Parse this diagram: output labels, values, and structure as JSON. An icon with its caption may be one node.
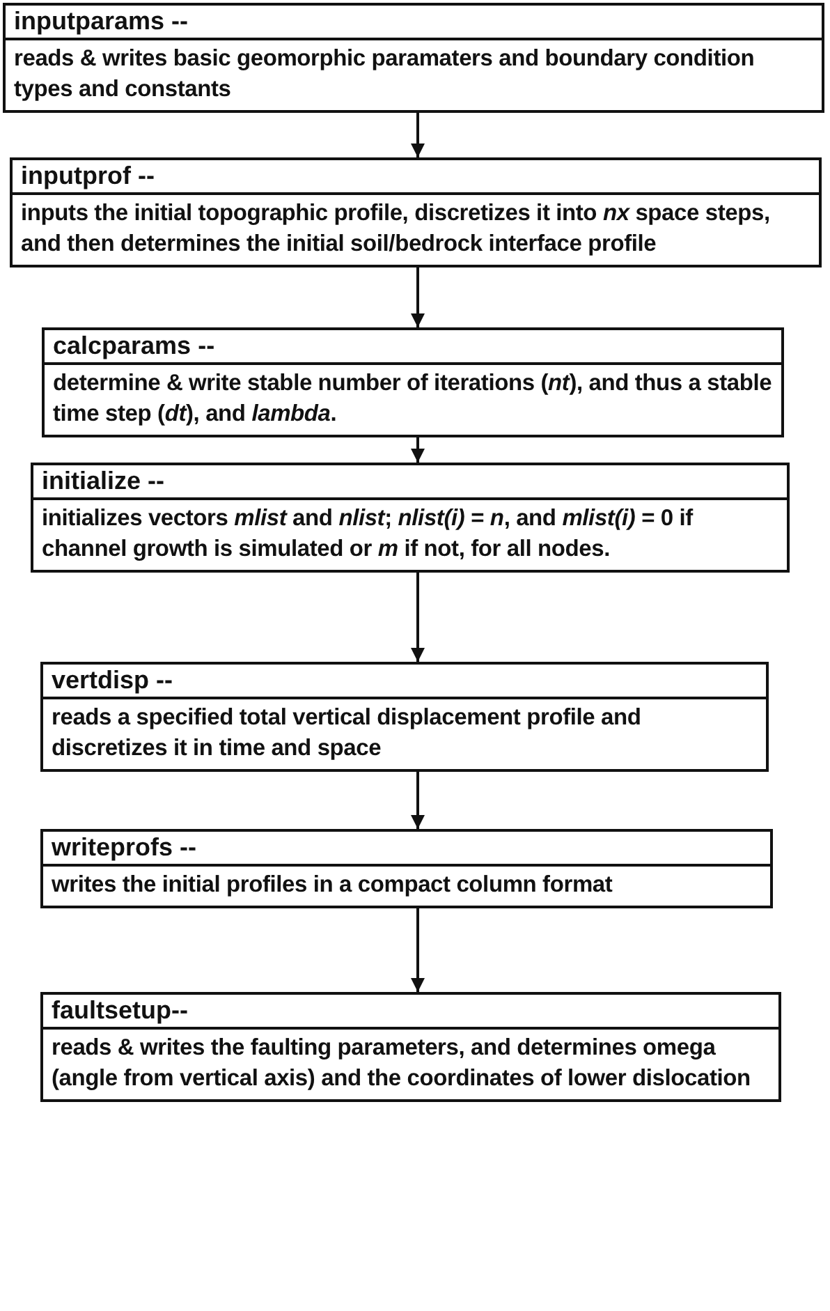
{
  "diagram": {
    "nodes": [
      {
        "text": [
          "inputparams --",
          "reads & writes basic geomorphic paramaters and boundary condition types and constants"
        ]
      },
      {
        "text": [
          "inputprof --",
          "inputs the initial topographic profile, discretizes it into *nx* space steps, and then determines the initial soil/bedrock interface profile"
        ]
      },
      {
        "text": [
          "calcparams --",
          "determine & write stable number of iterations (*nt*), and thus a stable time step (*dt*), and *lambda*."
        ]
      },
      {
        "text": [
          "initialize --",
          "initializes vectors *mlist* and *nlist*; *nlist(i)* = *n*, and *mlist(i)* = 0 if channel growth is simulated or *m* if not, for all nodes."
        ]
      },
      {
        "text": [
          "vertdisp --",
          "reads a specified total vertical displacement profile and discretizes it in time and space"
        ]
      },
      {
        "text": [
          "writeprofs --",
          "writes the initial profiles in a compact column format"
        ]
      },
      {
        "text": [
          "faultsetup--",
          "reads & writes the faulting parameters, and determines omega (angle from vertical axis) and the coordinates of lower dislocation"
        ]
      }
    ],
    "edges": [
      {
        "from": 0,
        "to": 1,
        "arrow": "to"
      },
      {
        "from": 1,
        "to": 2,
        "arrow": "to"
      },
      {
        "from": 2,
        "to": 3,
        "arrow": "to"
      },
      {
        "from": 3,
        "to": 4,
        "arrow": "to"
      },
      {
        "from": 4,
        "to": 5,
        "arrow": "to"
      },
      {
        "from": 5,
        "to": 6,
        "arrow": "to"
      }
    ]
  }
}
